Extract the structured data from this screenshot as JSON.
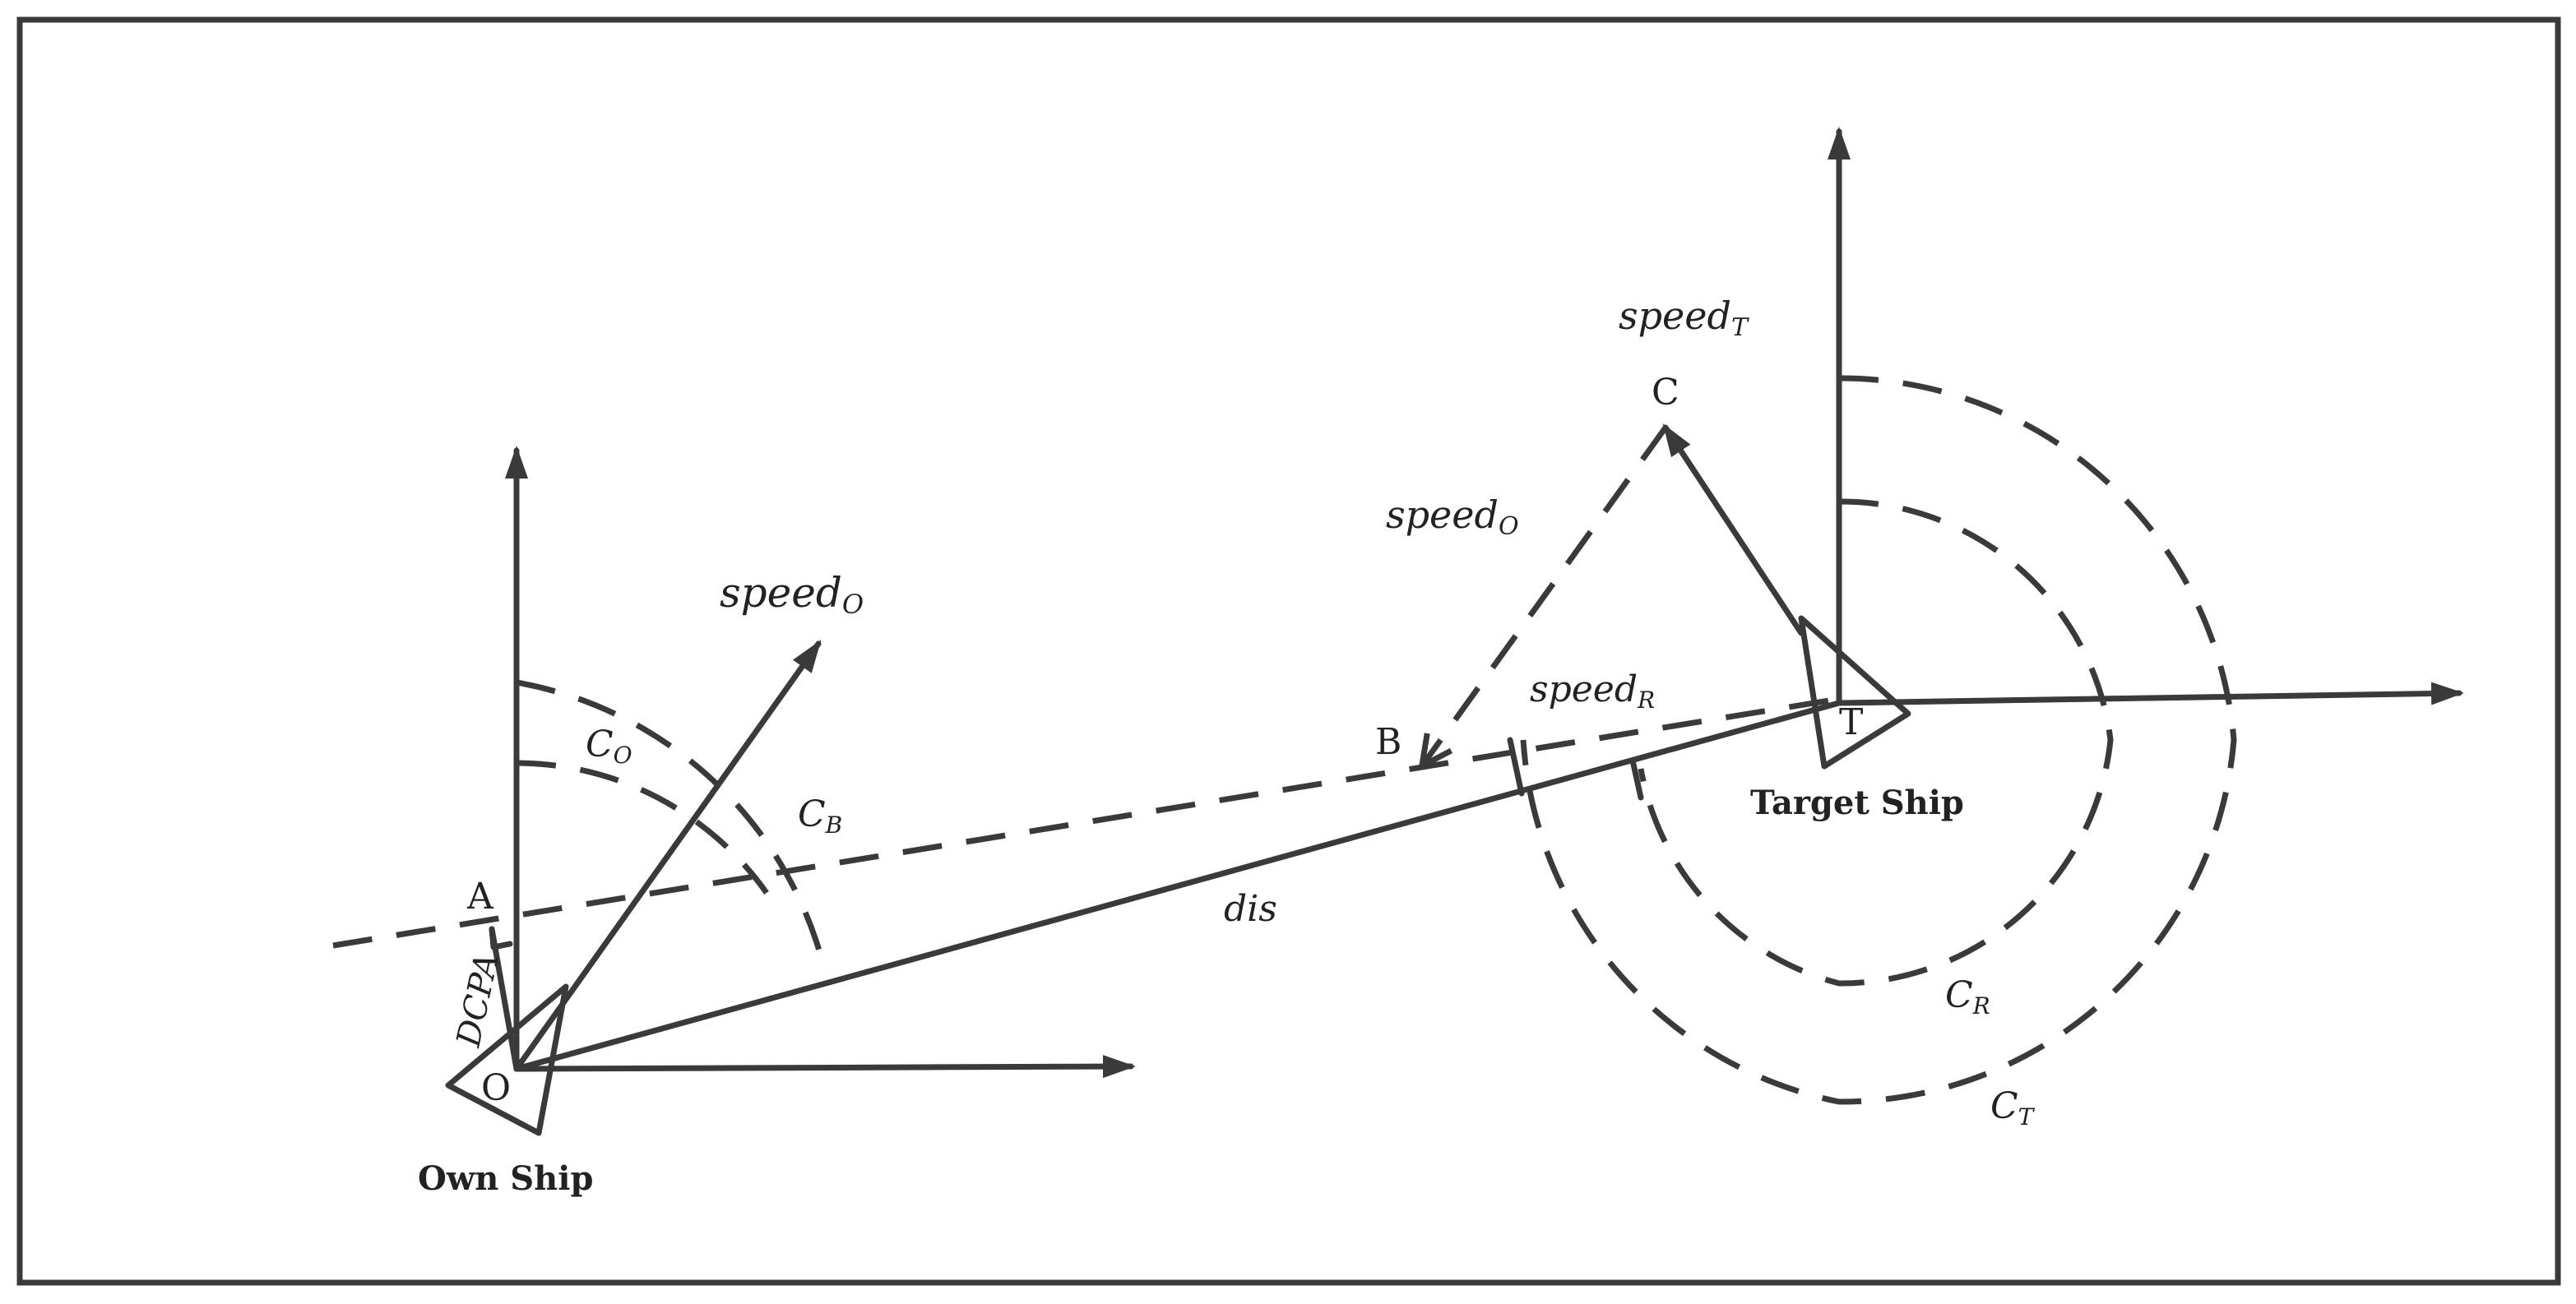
{
  "points": {
    "A": "A",
    "O": "O",
    "B": "B",
    "C": "C",
    "T": "T"
  },
  "ships": {
    "own": "Own Ship",
    "target": "Target Ship"
  },
  "labels": {
    "speed_own_base": "speed",
    "speed_own_sub": "O",
    "speed_o2_base": "speed",
    "speed_o2_sub": "O",
    "speed_t_base": "speed",
    "speed_t_sub": "T",
    "speed_r_base": "speed",
    "speed_r_sub": "R",
    "c_o_base": "C",
    "c_o_sub": "O",
    "c_b_base": "C",
    "c_b_sub": "B",
    "c_r_base": "C",
    "c_r_sub": "R",
    "c_t_base": "C",
    "c_t_sub": "T",
    "dis": "dis",
    "dcpa": "DCPA"
  },
  "colors": {
    "stroke": "#3a3a3a",
    "text": "#222222",
    "background": "#ffffff"
  }
}
